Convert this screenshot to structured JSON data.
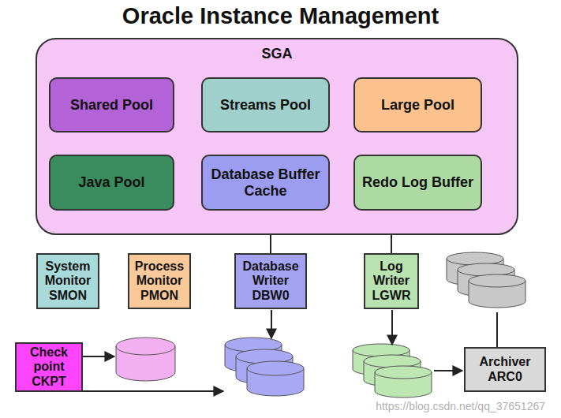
{
  "diagram": {
    "title": "Oracle Instance Management",
    "nodes": [
      {
        "text": [
          "SGA"
        ]
      },
      {
        "text": [
          "Shared Pool"
        ],
        "in": 0
      },
      {
        "text": [
          "Streams Pool"
        ],
        "in": 0
      },
      {
        "text": [
          "Large Pool"
        ],
        "in": 0
      },
      {
        "text": [
          "Java Pool"
        ],
        "in": 0
      },
      {
        "text": [
          "Database Buffer Cache"
        ],
        "in": 0
      },
      {
        "text": [
          "Redo Log Buffer"
        ],
        "in": 0
      },
      {
        "text": [
          "System Monitor SMON"
        ]
      },
      {
        "text": [
          "Process Monitor PMON"
        ]
      },
      {
        "text": [
          "Database Writer DBW0"
        ]
      },
      {
        "text": [
          "Log Writer LGWR"
        ]
      },
      {
        "text": [
          "Check point CKPT"
        ]
      },
      {
        "text": [
          "Archiver ARC0"
        ]
      }
    ],
    "edges": [
      {
        "from": 5,
        "to": 9,
        "arrow": "none"
      },
      {
        "from": 6,
        "to": 10,
        "arrow": "none"
      }
    ],
    "labels": [
      "https://blog.csdn.net/qq_37651267"
    ]
  }
}
